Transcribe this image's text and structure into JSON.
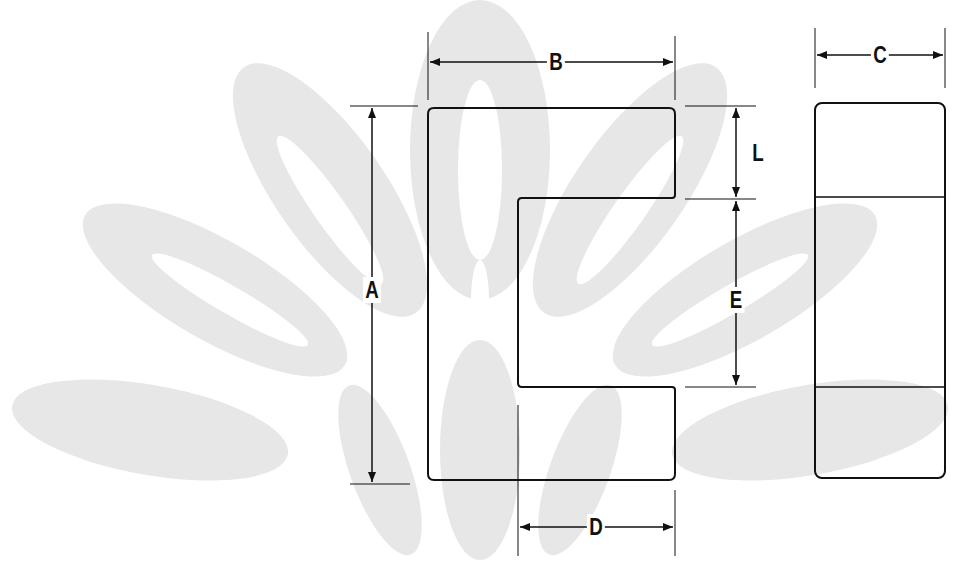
{
  "diagram": {
    "labels": [
      "B",
      "C",
      "L",
      "A",
      "E",
      "D"
    ]
  }
}
